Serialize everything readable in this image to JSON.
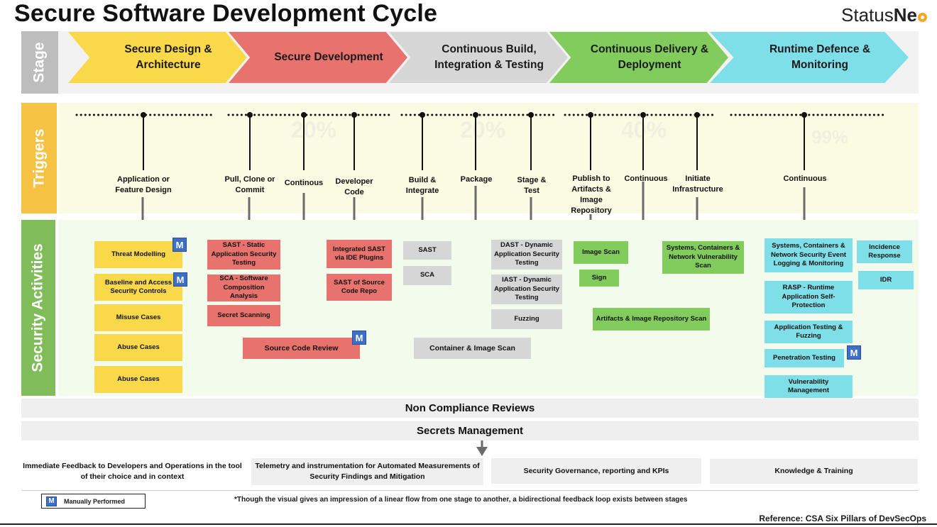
{
  "title": "Secure Software Development Cycle",
  "logo": {
    "text": "StatusNe",
    "strong": "Ne",
    "pre": "Status"
  },
  "sections": {
    "stage": "Stage",
    "triggers": "Triggers",
    "security": "Security Activities"
  },
  "stages": [
    {
      "label": "Secure Design & Architecture",
      "color": "#f9d849"
    },
    {
      "label": "Secure Development",
      "color": "#e8726d"
    },
    {
      "label": "Continuous Build, Integration & Testing",
      "color": "#d6d6d6"
    },
    {
      "label": "Continuous Delivery & Deployment",
      "color": "#82cc5d"
    },
    {
      "label": "Runtime Defence & Monitoring",
      "color": "#7edfe8"
    }
  ],
  "progress": [
    "20%",
    "20%",
    "40%",
    "99%"
  ],
  "triggers": [
    "Application or Feature Design",
    "Pull, Clone or Commit",
    "Continous",
    "Developer Code",
    "Build & Integrate",
    "Package",
    "Stage & Test",
    "Publish to Artifacts & Image Repository",
    "Continuous",
    "Initiate Infrastructure",
    "Continuous"
  ],
  "activities": {
    "design": [
      "Threat Modelling",
      "Baseline and Access Security Controls",
      "Misuse Cases",
      "Abuse Cases",
      "Abuse Cases"
    ],
    "dev": [
      "SAST - Static Application Security Testing",
      "SCA - Software Composition Analysis",
      "Secret Scanning",
      "Integrated SAST via IDE Plugins",
      "SAST of Source Code Repo",
      "Source Code Review"
    ],
    "build": [
      "SAST",
      "SCA",
      "DAST - Dynamic Application Security Testing",
      "IAST - Dynamic Application Security Testing",
      "Fuzzing",
      "Container & Image Scan"
    ],
    "delivery": [
      "Image Scan",
      "Sign",
      "Systems, Containers & Network Vulnerability Scan",
      "Artifacts &  Image Repository Scan"
    ],
    "runtime": [
      "Systems, Containers & Network Security Event Logging & Monitoring",
      "Incidence Response",
      "IDR",
      "RASP - Runtime Application Self-Protection",
      "Application Testing & Fuzzing",
      "Penetration Testing",
      "Vulnerability Management"
    ]
  },
  "manual_marker": "M",
  "bars": [
    "Non Compliance Reviews",
    "Secrets Management"
  ],
  "feedback": [
    "Immediate Feedback to Developers and Operations in the tool of  their choice and in context",
    "Telemetry and instrumentation for Automated Measurements of Security Findings and Mitigation",
    "Security Governance, reporting and KPIs",
    "Knowledge & Training"
  ],
  "legend": "Manually Performed",
  "note": "*Though the visual gives an impression of a linear flow from one stage to another, a bidirectional feedback loop exists between stages",
  "reference": "Reference: CSA Six Pillars of DevSecOps"
}
